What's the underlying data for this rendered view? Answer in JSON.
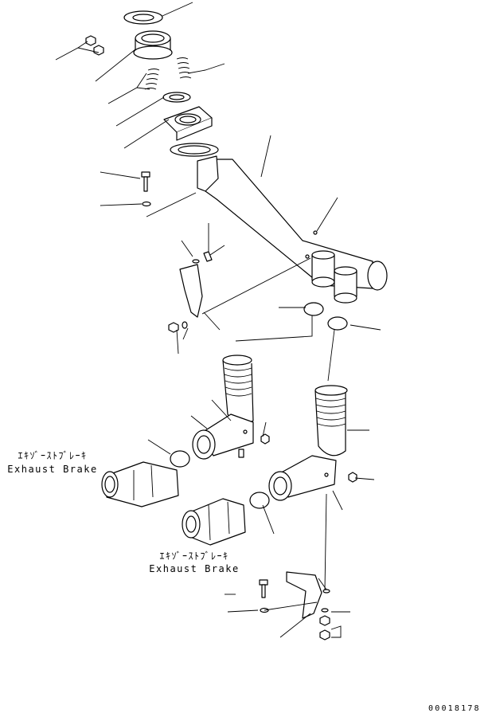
{
  "labels": {
    "exhaust_brake_left_jp": "ｴｷｿﾞｰｽﾄﾌﾞﾚｰｷ",
    "exhaust_brake_left_en": "Exhaust Brake",
    "exhaust_brake_right_jp": "ｴｷｿﾞｰｽﾄﾌﾞﾚｰｷ",
    "exhaust_brake_right_en": "Exhaust Brake"
  },
  "document_number": "00018178"
}
